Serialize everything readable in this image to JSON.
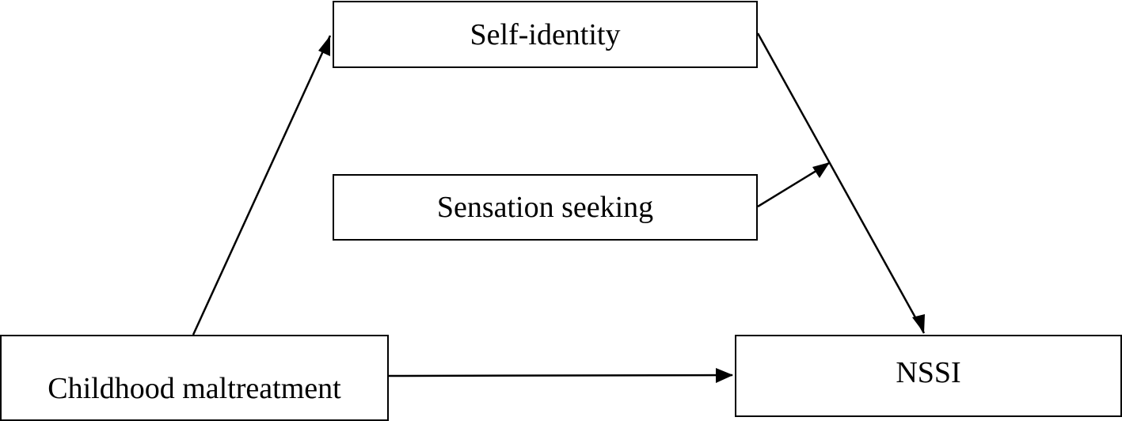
{
  "diagram": {
    "nodes": {
      "self_identity": "Self-identity",
      "sensation_seeking": "Sensation seeking",
      "childhood_maltreatment": "Childhood maltreatment",
      "nssi": "NSSI"
    },
    "edges": [
      {
        "from": "Childhood maltreatment",
        "to": "Self-identity"
      },
      {
        "from": "Self-identity",
        "to": "NSSI"
      },
      {
        "from": "Childhood maltreatment",
        "to": "NSSI"
      },
      {
        "from": "Sensation seeking",
        "to": "Self-identity → NSSI path"
      }
    ],
    "colors": {
      "stroke": "#000000",
      "background": "#ffffff"
    }
  }
}
